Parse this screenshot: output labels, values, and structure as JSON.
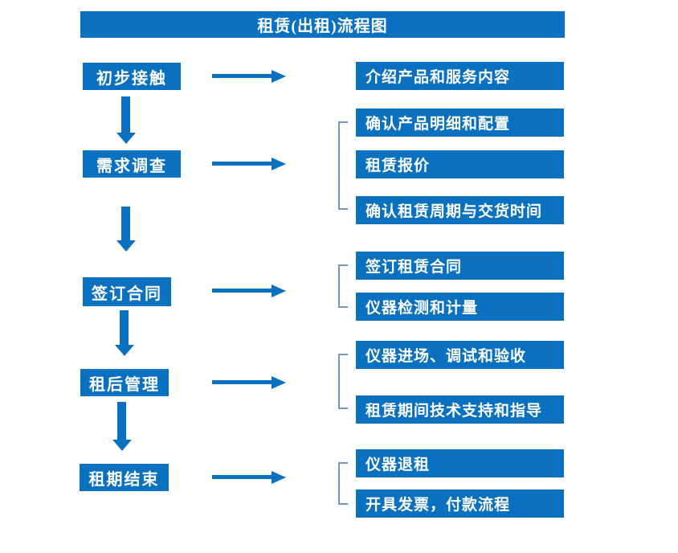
{
  "title": "租赁(出租)流程图",
  "colors": {
    "primary_blue": "#0a70c0",
    "bracket_blue": "#7496c8",
    "text_white": "#ffffff",
    "background": "#ffffff"
  },
  "stages": [
    {
      "label": "初步接触",
      "details": [
        "介绍产品和服务内容"
      ]
    },
    {
      "label": "需求调查",
      "details": [
        "确认产品明细和配置",
        "租赁报价",
        "确认租赁周期与交货时间"
      ]
    },
    {
      "label": "签订合同",
      "details": [
        "签订租赁合同",
        "仪器检测和计量"
      ]
    },
    {
      "label": "租后管理",
      "details": [
        "仪器进场、调试和验收",
        "租赁期间技术支持和指导"
      ]
    },
    {
      "label": "租期结束",
      "details": [
        "仪器退租",
        "开具发票，付款流程"
      ]
    }
  ]
}
